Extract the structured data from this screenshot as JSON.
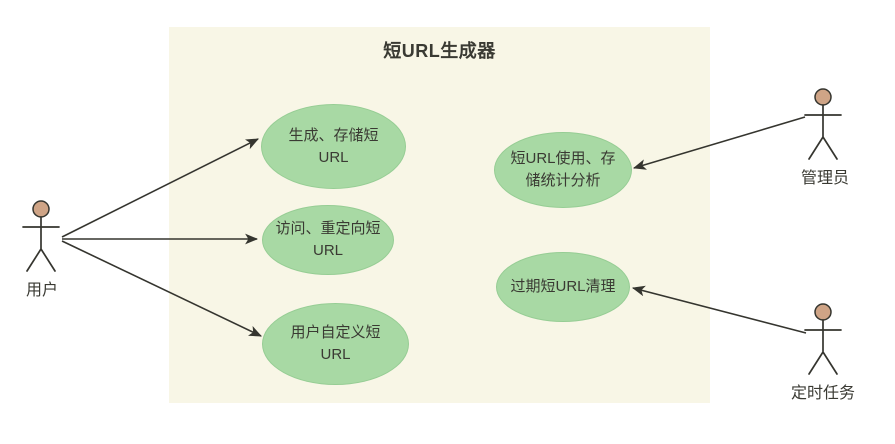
{
  "diagram": {
    "title": "短URL生成器",
    "colors": {
      "boundary_bg": "#f8f6e6",
      "usecase_fill": "#a8d9a4",
      "usecase_border": "#96cd94",
      "actor_head": "#cfa486",
      "line": "#35352f",
      "text": "#3a3a33"
    },
    "actors": [
      {
        "id": "user",
        "label": "用户"
      },
      {
        "id": "admin",
        "label": "管理员"
      },
      {
        "id": "task",
        "label": "定时任务"
      }
    ],
    "use_cases": [
      {
        "id": "generate-store",
        "label": "生成、存储短\nURL"
      },
      {
        "id": "access-redirect",
        "label": "访问、重定向短\nURL"
      },
      {
        "id": "user-custom",
        "label": "用户自定义短\nURL"
      },
      {
        "id": "usage-stats",
        "label": "短URL使用、存\n储统计分析"
      },
      {
        "id": "expired-cleanup",
        "label": "过期短URL清理"
      }
    ],
    "relations": [
      {
        "from": "用户",
        "to": "生成、存储短URL"
      },
      {
        "from": "用户",
        "to": "访问、重定向短URL"
      },
      {
        "from": "用户",
        "to": "用户自定义短URL"
      },
      {
        "from": "管理员",
        "to": "短URL使用、存储统计分析"
      },
      {
        "from": "定时任务",
        "to": "过期短URL清理"
      }
    ]
  }
}
